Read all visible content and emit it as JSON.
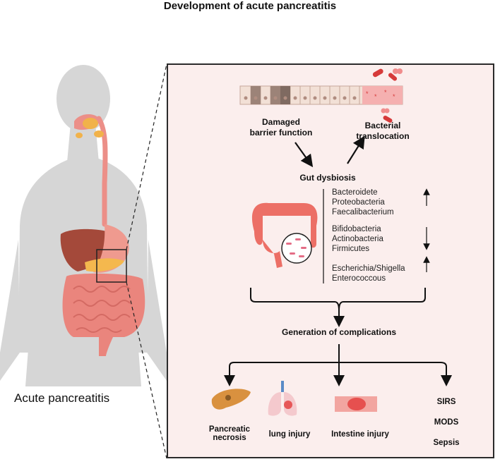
{
  "title": "Development of acute pancreatitis",
  "left_label": "Acute pancreatitis",
  "panel": {
    "damaged": [
      "Damaged",
      "barrier function"
    ],
    "translocation": [
      "Bacterial",
      "translocation"
    ],
    "dysbiosis": "Gut dysbiosis",
    "groups": [
      {
        "items": [
          "Bacteroidete",
          "Proteobacteria",
          "Faecalibacterium"
        ],
        "direction": "up"
      },
      {
        "items": [
          "Bifidobacteria",
          "Actinobacteria",
          "Firmicutes"
        ],
        "direction": "down"
      },
      {
        "items": [
          "Escherichia/Shigella",
          "Enterococcous"
        ],
        "direction": "up"
      }
    ],
    "complications": "Generation of complications",
    "outcomes": [
      {
        "label": [
          "Pancreatic",
          "necrosis"
        ],
        "icon": "pancreas-icon"
      },
      {
        "label": [
          "lung injury"
        ],
        "icon": "lung-icon"
      },
      {
        "label": [
          "Intestine injury"
        ],
        "icon": "intestine-icon"
      }
    ],
    "systemic": [
      "SIRS",
      "MODS",
      "Sepsis"
    ]
  },
  "colors": {
    "accent": "#e03c3c",
    "panel_bg": "#fbeeed",
    "organ": "#e8807a",
    "body": "#d4d4d4"
  }
}
